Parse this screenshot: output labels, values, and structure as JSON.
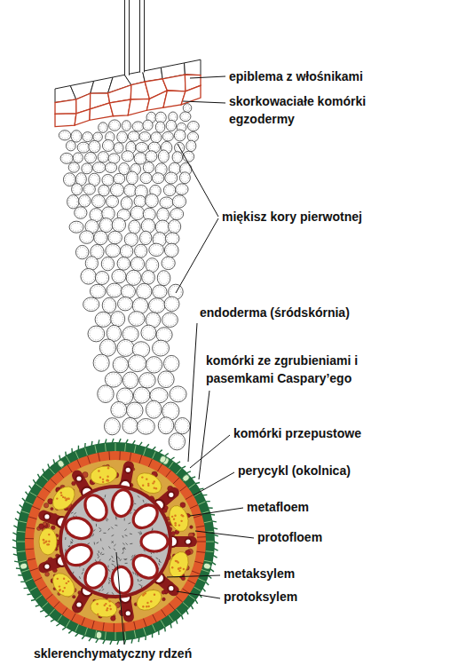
{
  "diagram": {
    "labels": [
      "epiblema z włośnikami",
      "skorkowaciałe komórki egzodermy",
      "miękisz kory pierwotnej",
      "endoderma (śródskórnia)",
      "komórki ze zgrubieniami i pasemkami Caspary’ego",
      "komórki przepustowe",
      "perycykl (okolnica)",
      "metafloem",
      "protofloem",
      "metaksylem",
      "protoksylem",
      "sklerenchymatyczny rdzeń"
    ]
  }
}
